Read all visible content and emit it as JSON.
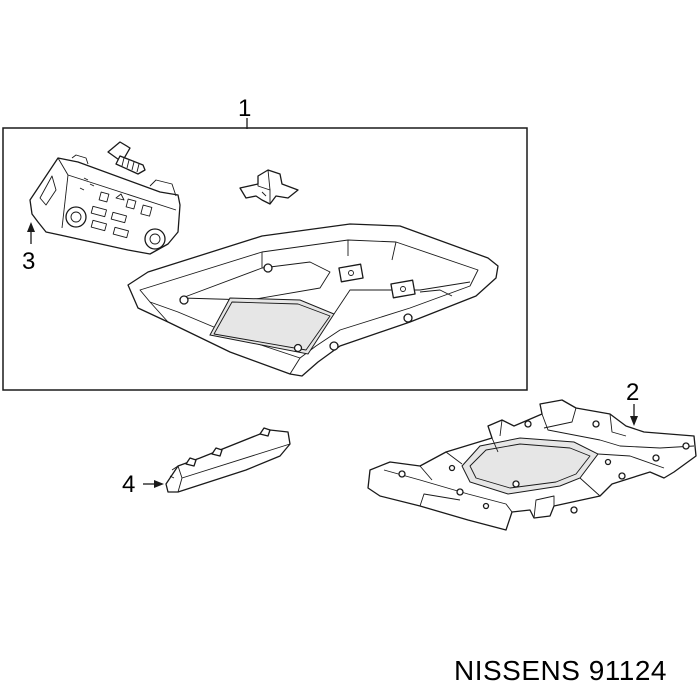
{
  "callouts": {
    "one": "1",
    "two": "2",
    "three": "3",
    "four": "4"
  },
  "footer": {
    "brand": "NISSENS 91124"
  }
}
